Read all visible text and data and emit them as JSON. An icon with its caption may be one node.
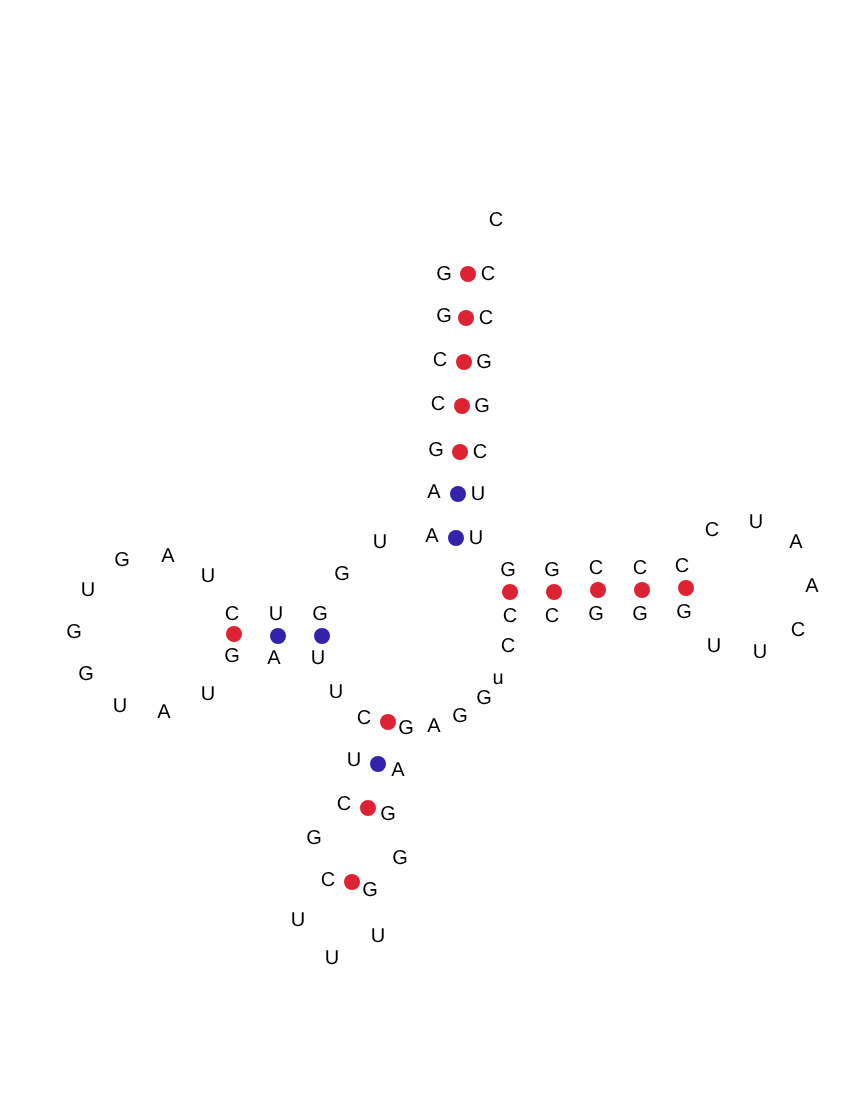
{
  "diagram": {
    "labels": [
      "C",
      "G",
      "C",
      "G",
      "C",
      "C",
      "G",
      "C",
      "G",
      "G",
      "C",
      "A",
      "U",
      "U",
      "A",
      "U",
      "C",
      "U",
      "A",
      "G",
      "A",
      "U",
      "G",
      "G",
      "G",
      "C",
      "C",
      "C",
      "U",
      "A",
      "C",
      "U",
      "G",
      "C",
      "C",
      "G",
      "G",
      "G",
      "G",
      "C",
      "G",
      "A",
      "U",
      "C",
      "U",
      "U",
      "G",
      "u",
      "U",
      "U",
      "G",
      "U",
      "A",
      "C",
      "G",
      "A",
      "G",
      "U",
      "A",
      "C",
      "G",
      "G",
      "G",
      "C",
      "G",
      "U",
      "U",
      "U"
    ]
  }
}
